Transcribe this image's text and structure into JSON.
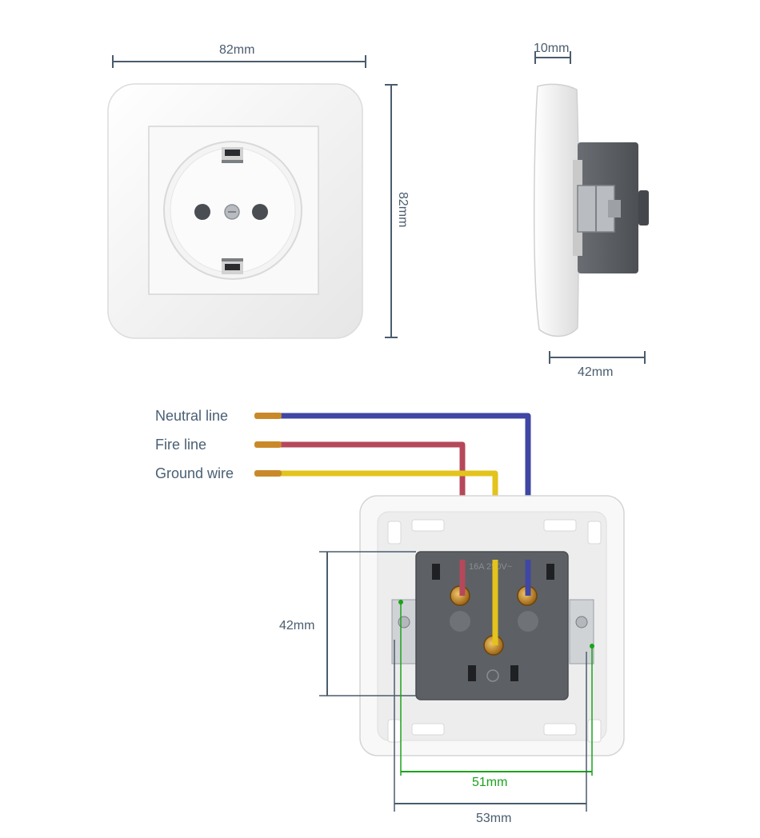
{
  "dimensions": {
    "front_width": "82mm",
    "front_height": "82mm",
    "side_plate_depth": "10mm",
    "side_body_depth": "42mm",
    "back_body_height": "42mm",
    "back_inner_width": "51mm",
    "back_outer_width": "53mm"
  },
  "wires": [
    {
      "label": "Neutral line",
      "color": "#3f46a3"
    },
    {
      "label": "Fire line",
      "color": "#b5485a"
    },
    {
      "label": "Ground wire",
      "color": "#e3c31c"
    }
  ],
  "socket_rating": "16A 250V~",
  "colors": {
    "dimension_line": "#4a5c6e",
    "green_dimension": "#1aa31a",
    "plate_white": "#f6f6f6",
    "body_gray": "#5d6166"
  }
}
